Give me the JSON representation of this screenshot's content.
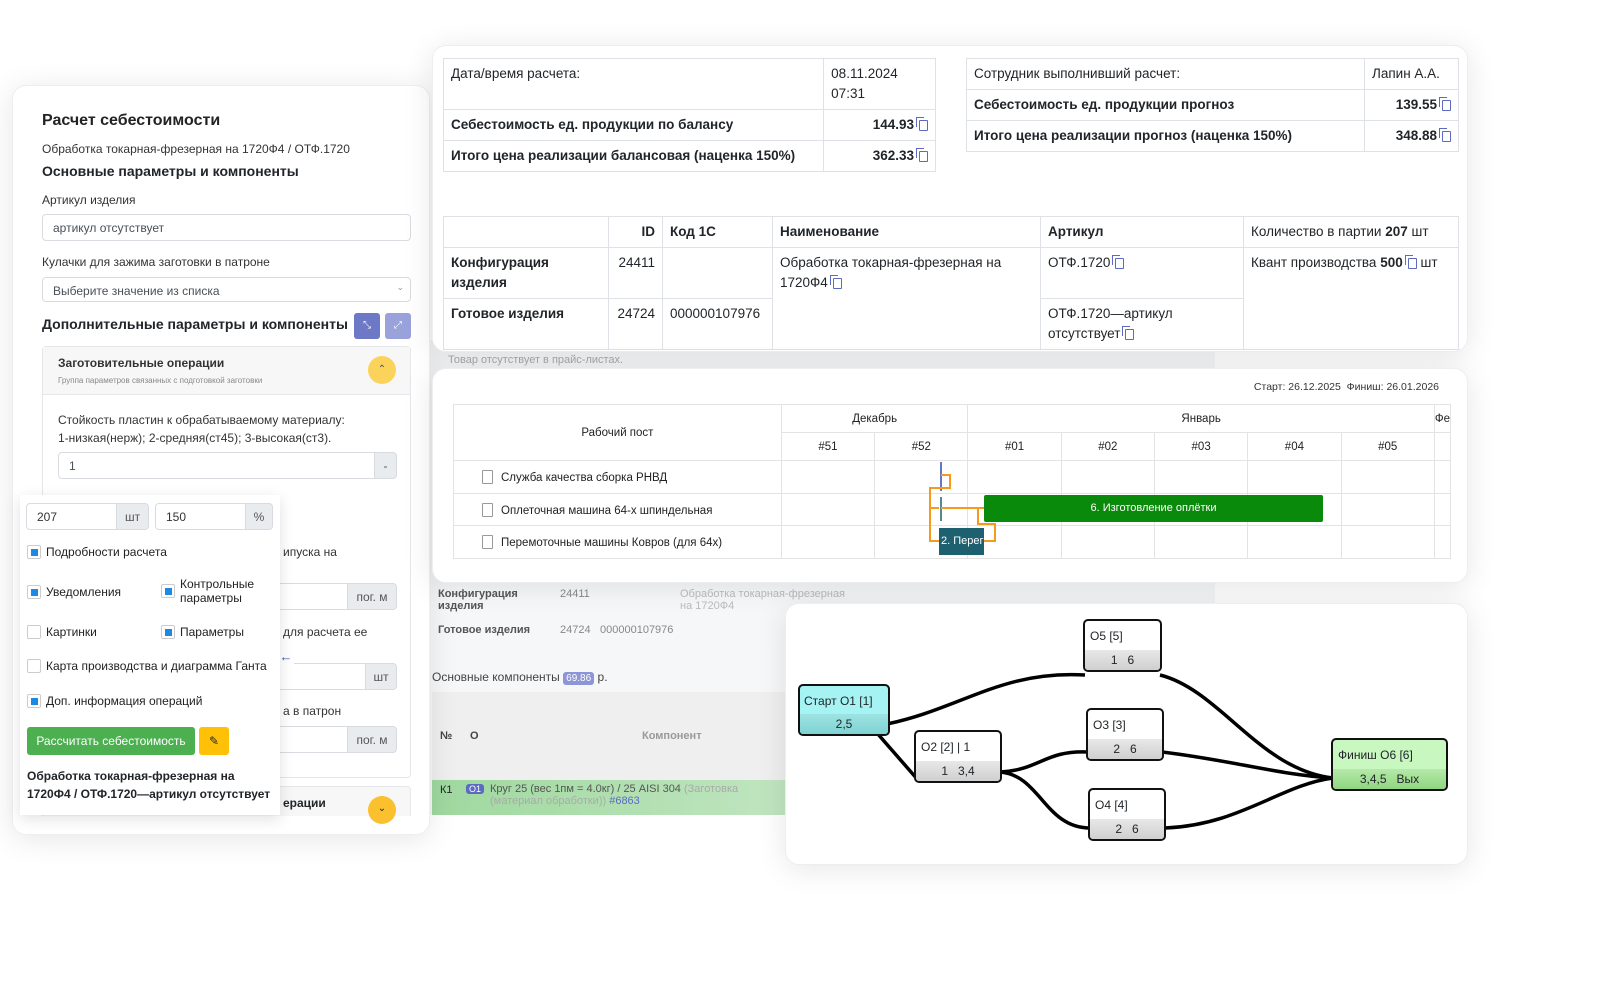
{
  "left": {
    "title": "Расчет себестоимости",
    "subtitle": "Обработка токарная-фрезерная на 1720Ф4 / ОТФ.1720",
    "main_section": "Основные параметры и компоненты",
    "article_label": "Артикул изделия",
    "article_value": "артикул отсутствует",
    "jaws_label": "Кулачки для зажима заготовки в патроне",
    "jaws_placeholder": "Выберите значение из списка",
    "extra_section": "Дополнительные параметры и компоненты",
    "group_title": "Заготовительные операции",
    "group_sub": "Группа параметров связанных с подготовкой заготовки",
    "plate_label": "Стойкость пластин к обрабатываемому материалу: 1-низкая(нерж); 2-средняя(ст45); 3-высокая(ст3).",
    "plate_value": "1",
    "plate_addon": "-",
    "partial1": "ипуска на",
    "unit_m": "пог. м",
    "partial2": "для расчета ее",
    "unit_pcs": "шт",
    "partial3": "а в патрон",
    "partial4": "ерации"
  },
  "popup": {
    "qty": "207",
    "qty_unit": "шт",
    "markup": "150",
    "markup_unit": "%",
    "checks": [
      {
        "label": "Подробности расчета",
        "checked": true
      },
      {
        "label": "Уведомления",
        "checked": true
      },
      {
        "label": "Контрольные параметры",
        "checked": true
      },
      {
        "label": "Картинки",
        "checked": false
      },
      {
        "label": "Параметры",
        "checked": true
      },
      {
        "label": "Карта производства и диаграмма Ганта",
        "checked": false
      },
      {
        "label": "Доп. информация операций",
        "checked": true
      }
    ],
    "calc_button": "Рассчитать себестоимость",
    "result": "Обработка токарная-фрезерная на 1720Ф4 / ОТФ.1720—артикул отсутствует"
  },
  "summary": {
    "date_label": "Дата/время расчета:",
    "date_value": "08.11.2024 07:31",
    "cost_balance_label": "Себестоимость ед. продукции по балансу",
    "cost_balance": "144.93",
    "price_balance_label": "Итого цена реализации балансовая (наценка 150%)",
    "price_balance": "362.33",
    "employee_label": "Сотрудник выполнивший расчет:",
    "employee": "Лапин А.А.",
    "cost_forecast_label": "Себестоимость ед. продукции прогноз",
    "cost_forecast": "139.55",
    "price_forecast_label": "Итого цена реализации прогноз (наценка 150%)",
    "price_forecast": "348.88"
  },
  "product": {
    "headers": [
      "",
      "ID",
      "Код 1С",
      "Наименование",
      "Артикул"
    ],
    "qty_label": "Количество в партии",
    "qty": "207",
    "qty_unit": "шт",
    "quant_label": "Квант производства",
    "quant": "500",
    "quant_unit": "шт",
    "rows": [
      {
        "name": "Конфигурация изделия",
        "id": "24411",
        "code": "",
        "title": "Обработка токарная-фрезерная на 1720Ф4",
        "article": "ОТФ.1720"
      },
      {
        "name": "Готовое изделия",
        "id": "24724",
        "code": "000000107976",
        "article": "ОТФ.1720—артикул отсутствует"
      }
    ]
  },
  "background": {
    "note": "Товар отсутствует в прайс-листах.",
    "components_label": "Основные компоненты",
    "components_sum": "69.86",
    "currency": "р.",
    "col_no": "№",
    "col_o": "О",
    "col_component": "Компонент",
    "row_no": "К1",
    "row_op": "О1",
    "row_text": "Круг 25 (вес 1пм = 4.0кг) / 25 AISI 304",
    "row_note": "(Заготовка (материал обработки))",
    "row_link": "#6863"
  },
  "gantt": {
    "range": "Старт: 26.12.2025  Финиш: 26.01.2026",
    "post_header": "Рабочий пост",
    "months": [
      "Декабрь",
      "Январь",
      "Фе"
    ],
    "weeks": [
      "#51",
      "#52",
      "#01",
      "#02",
      "#03",
      "#04",
      "#05"
    ],
    "posts": [
      "Служба качества сборка РНВД",
      "Оплеточная машина 64-х шпиндельная",
      "Перемоточные машины Ковров (для 64х)"
    ],
    "bars": [
      {
        "label": "6. Изготовление оплётки",
        "color": "#0a8a0a"
      },
      {
        "label": "2. Перег",
        "color": "#1d6070"
      }
    ]
  },
  "graph": {
    "nodes": [
      {
        "title": "Старт О1 [1]",
        "sub": "2,5"
      },
      {
        "title": "О2 [2] | 1",
        "sub": "1   3,4"
      },
      {
        "title": "О3 [3]",
        "sub": "2   6"
      },
      {
        "title": "О4 [4]",
        "sub": "2   6"
      },
      {
        "title": "О5 [5]",
        "sub": "1   6"
      },
      {
        "title": "Финиш О6 [6]",
        "sub": "3,4,5   Вых"
      }
    ]
  }
}
